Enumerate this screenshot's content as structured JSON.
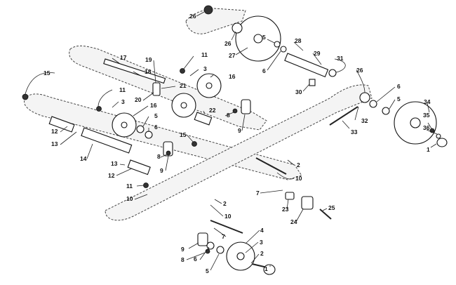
{
  "diagram": {
    "callouts": [
      {
        "id": "c26a",
        "text": "26"
      },
      {
        "id": "c26b",
        "text": "26"
      },
      {
        "id": "c27",
        "text": "27"
      },
      {
        "id": "c5a",
        "text": "5"
      },
      {
        "id": "c6a",
        "text": "6"
      },
      {
        "id": "c28",
        "text": "28"
      },
      {
        "id": "c29",
        "text": "29"
      },
      {
        "id": "c31",
        "text": "31"
      },
      {
        "id": "c26c",
        "text": "26"
      },
      {
        "id": "c30",
        "text": "30"
      },
      {
        "id": "c6b",
        "text": "6"
      },
      {
        "id": "c5b",
        "text": "5"
      },
      {
        "id": "c34",
        "text": "34"
      },
      {
        "id": "c35",
        "text": "35"
      },
      {
        "id": "c36",
        "text": "36"
      },
      {
        "id": "c1a",
        "text": "1"
      },
      {
        "id": "c32",
        "text": "32"
      },
      {
        "id": "c33",
        "text": "33"
      },
      {
        "id": "c15a",
        "text": "15"
      },
      {
        "id": "c17",
        "text": "17"
      },
      {
        "id": "c18",
        "text": "18"
      },
      {
        "id": "c19",
        "text": "19"
      },
      {
        "id": "c11a",
        "text": "11"
      },
      {
        "id": "c3a",
        "text": "3"
      },
      {
        "id": "c16a",
        "text": "16"
      },
      {
        "id": "c21",
        "text": "21"
      },
      {
        "id": "c20",
        "text": "20"
      },
      {
        "id": "c11b",
        "text": "11"
      },
      {
        "id": "c3b",
        "text": "3"
      },
      {
        "id": "c16b",
        "text": "16"
      },
      {
        "id": "c5c",
        "text": "5"
      },
      {
        "id": "c6c",
        "text": "6"
      },
      {
        "id": "c22",
        "text": "22"
      },
      {
        "id": "c8a",
        "text": "8"
      },
      {
        "id": "c9a",
        "text": "9"
      },
      {
        "id": "c12a",
        "text": "12"
      },
      {
        "id": "c13a",
        "text": "13"
      },
      {
        "id": "c14",
        "text": "14"
      },
      {
        "id": "c15b",
        "text": "15"
      },
      {
        "id": "c8b",
        "text": "8"
      },
      {
        "id": "c9b",
        "text": "9"
      },
      {
        "id": "c13b",
        "text": "13"
      },
      {
        "id": "c12b",
        "text": "12"
      },
      {
        "id": "c2a",
        "text": "2"
      },
      {
        "id": "c10a",
        "text": "10"
      },
      {
        "id": "c11c",
        "text": "11"
      },
      {
        "id": "c10b",
        "text": "10"
      },
      {
        "id": "c7a",
        "text": "7"
      },
      {
        "id": "c2b",
        "text": "2"
      },
      {
        "id": "c10c",
        "text": "10"
      },
      {
        "id": "c23",
        "text": "23"
      },
      {
        "id": "c24",
        "text": "24"
      },
      {
        "id": "c25",
        "text": "25"
      },
      {
        "id": "c7b",
        "text": "7"
      },
      {
        "id": "c4",
        "text": "4"
      },
      {
        "id": "c3c",
        "text": "3"
      },
      {
        "id": "c2c",
        "text": "2"
      },
      {
        "id": "c1b",
        "text": "1"
      },
      {
        "id": "c9c",
        "text": "9"
      },
      {
        "id": "c6d",
        "text": "6"
      },
      {
        "id": "c8c",
        "text": "8"
      },
      {
        "id": "c5d",
        "text": "5"
      }
    ]
  }
}
